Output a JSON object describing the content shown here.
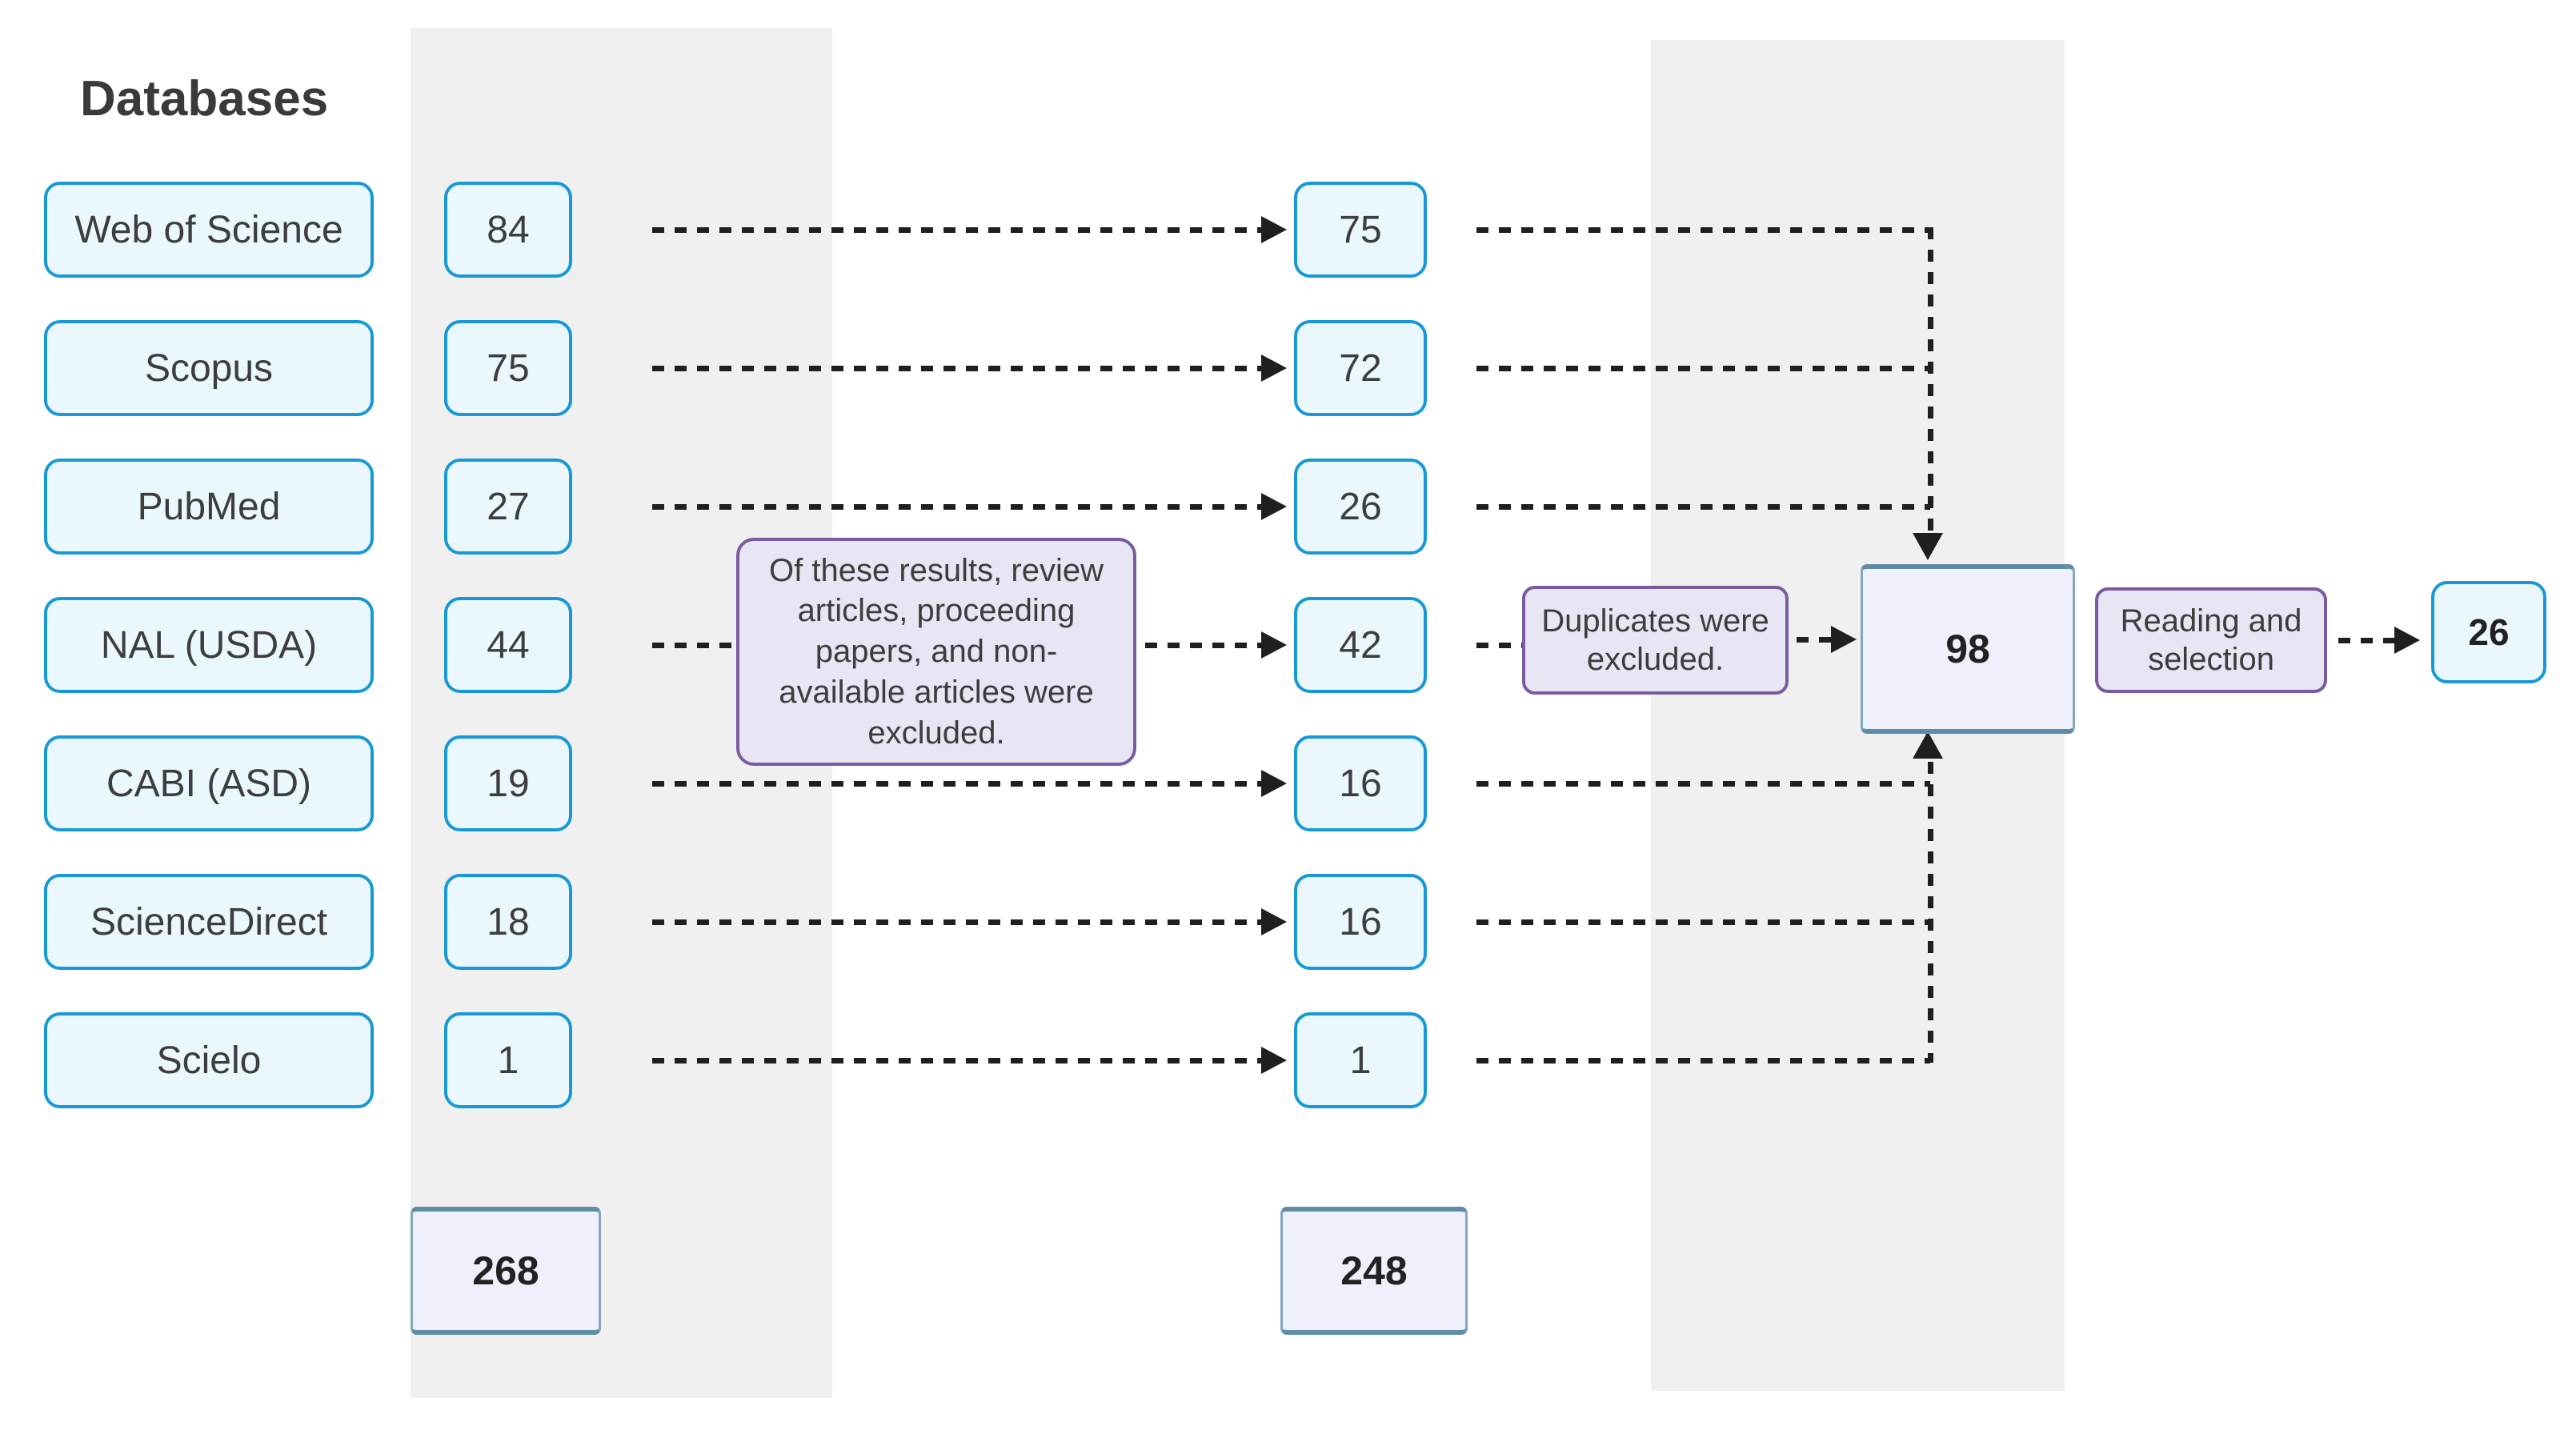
{
  "title": "Databases",
  "rows": [
    {
      "db": "Web of Science",
      "initial": "84",
      "filtered": "75"
    },
    {
      "db": "Scopus",
      "initial": "75",
      "filtered": "72"
    },
    {
      "db": "PubMed",
      "initial": "27",
      "filtered": "26"
    },
    {
      "db": "NAL (USDA)",
      "initial": "44",
      "filtered": "42"
    },
    {
      "db": "CABI (ASD)",
      "initial": "19",
      "filtered": "16"
    },
    {
      "db": "ScienceDirect",
      "initial": "18",
      "filtered": "16"
    },
    {
      "db": "Scielo",
      "initial": "1",
      "filtered": "1"
    }
  ],
  "totals": {
    "initial": "268",
    "filtered": "248",
    "after_duplicates": "98",
    "final": "26"
  },
  "notes": {
    "exclusion": "Of these results, review articles, proceeding papers, and non-available articles were excluded.",
    "duplicates": "Duplicates were excluded.",
    "reading": "Reading and selection"
  },
  "colors": {
    "cyan_box_border": "#1899d6",
    "cyan_box_fill": "#eaf8fd",
    "purple_box_border": "#7a5ba1",
    "purple_box_fill": "#e8e5f4",
    "total_box_border": "#5f8ca6",
    "total_box_fill": "#eef1fb",
    "column_band": "#f0f0f0",
    "connector": "#1f1f1f",
    "text": "#3d3d3d"
  }
}
